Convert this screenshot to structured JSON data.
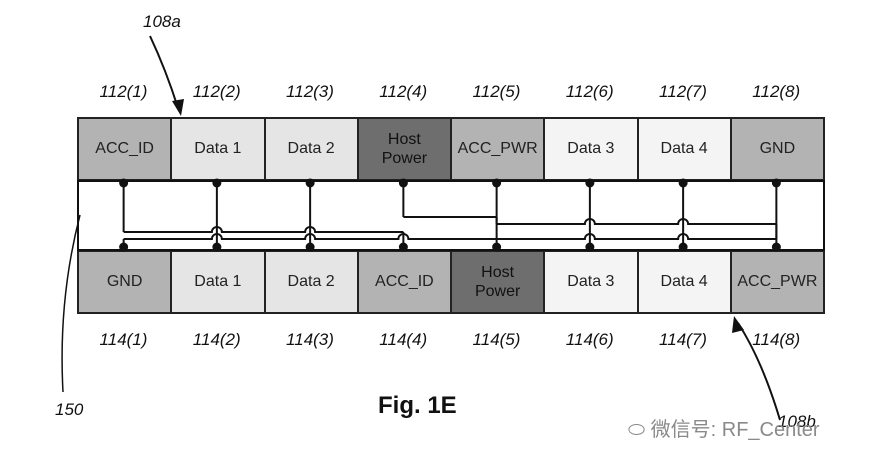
{
  "top_connector": {
    "ref": "108a",
    "pin_labels": [
      "112(1)",
      "112(2)",
      "112(3)",
      "112(4)",
      "112(5)",
      "112(6)",
      "112(7)",
      "112(8)"
    ],
    "pins": [
      {
        "label": "ACC_ID",
        "shade": "mid"
      },
      {
        "label": "Data 1",
        "shade": "light"
      },
      {
        "label": "Data 2",
        "shade": "light"
      },
      {
        "label": "Host\nPower",
        "shade": "dark"
      },
      {
        "label": "ACC_PWR",
        "shade": "mid"
      },
      {
        "label": "Data 3",
        "shade": "white"
      },
      {
        "label": "Data 4",
        "shade": "white"
      },
      {
        "label": "GND",
        "shade": "mid"
      }
    ]
  },
  "bottom_connector": {
    "ref": "108b",
    "pin_labels": [
      "114(1)",
      "114(2)",
      "114(3)",
      "114(4)",
      "114(5)",
      "114(6)",
      "114(7)",
      "114(8)"
    ],
    "pins": [
      {
        "label": "GND",
        "shade": "mid"
      },
      {
        "label": "Data 1",
        "shade": "light"
      },
      {
        "label": "Data 2",
        "shade": "light"
      },
      {
        "label": "ACC_ID",
        "shade": "mid"
      },
      {
        "label": "Host\nPower",
        "shade": "dark"
      },
      {
        "label": "Data 3",
        "shade": "white"
      },
      {
        "label": "Data 4",
        "shade": "white"
      },
      {
        "label": "ACC_PWR",
        "shade": "mid"
      }
    ]
  },
  "cable_ref": "150",
  "figure_title": "Fig. 1E",
  "watermark": "微信号: RF_Center",
  "colors": {
    "dark": "#6e6e6e",
    "mid": "#b3b3b3",
    "light": "#e5e5e5",
    "white": "#f4f4f4",
    "line": "#111111"
  }
}
